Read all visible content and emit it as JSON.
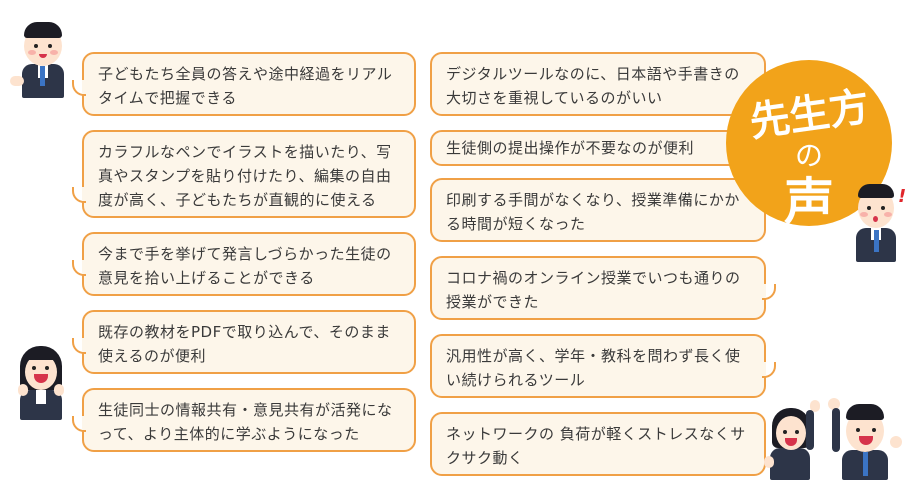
{
  "badge": {
    "line1": "先生方",
    "line2": "の",
    "line3": "声",
    "color": "#f2a31a"
  },
  "colors": {
    "bubble_border": "#f0a046",
    "bubble_fill": "#fdf6ea",
    "text": "#3a3a3a"
  },
  "left_column": [
    {
      "text": "子どもたち全員の答えや途中経過をリアルタイムで把握できる"
    },
    {
      "text": "カラフルなペンでイラストを描いたり、写真やスタンプを貼り付けたり、編集の自由度が高く、子どもたちが直観的に使える"
    },
    {
      "text": "今まで手を挙げて発言しづらかった生徒の意見を拾い上げることができる"
    },
    {
      "text": "既存の教材をPDFで取り込んで、そのまま使えるのが便利"
    },
    {
      "text": "生徒同士の情報共有・意見共有が活発になって、より主体的に学ぶようになった"
    }
  ],
  "right_column": [
    {
      "text": "デジタルツールなのに、日本語や手書きの大切さを重視しているのがいい"
    },
    {
      "text": "生徒側の提出操作が不要なのが便利"
    },
    {
      "text": "印刷する手間がなくなり、授業準備にかかる時間が短くなった"
    },
    {
      "text": "コロナ禍のオンライン授業でいつも通りの授業ができた"
    },
    {
      "text": "汎用性が高く、学年・教科を問わず長く使い続けられるツール"
    },
    {
      "text": "ネットワークの 負荷が軽くストレスなくサクサク動く"
    }
  ],
  "illustrations": {
    "top_left": "male-teacher-pointing",
    "bottom_left": "female-teacher-cheering",
    "right_badge": "male-teacher-surprised",
    "bottom_right": "teachers-celebrating",
    "exclamation": "!"
  }
}
